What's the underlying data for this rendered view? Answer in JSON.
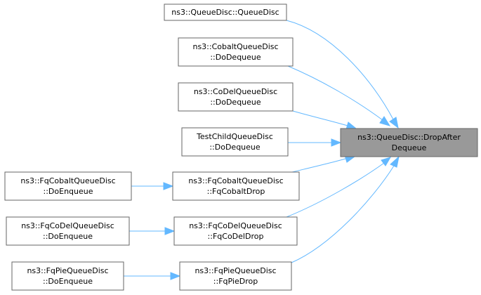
{
  "diagram": {
    "target": {
      "id": "target",
      "lines": [
        "ns3::QueueDisc::DropAfter",
        "Dequeue"
      ],
      "fill": "#999999"
    },
    "nodes": [
      {
        "id": "qd-ctor",
        "lines": [
          "ns3::QueueDisc::QueueDisc"
        ]
      },
      {
        "id": "cobalt-dodequeue",
        "lines": [
          "ns3::CobaltQueueDisc",
          "::DoDequeue"
        ]
      },
      {
        "id": "codel-dodequeue",
        "lines": [
          "ns3::CoDelQueueDisc",
          "::DoDequeue"
        ]
      },
      {
        "id": "testchild-dodequeue",
        "lines": [
          "TestChildQueueDisc",
          "::DoDequeue"
        ]
      },
      {
        "id": "fqcobalt-drop",
        "lines": [
          "ns3::FqCobaltQueueDisc",
          "::FqCobaltDrop"
        ]
      },
      {
        "id": "fqcodel-drop",
        "lines": [
          "ns3::FqCoDelQueueDisc",
          "::FqCoDelDrop"
        ]
      },
      {
        "id": "fqpie-drop",
        "lines": [
          "ns3::FqPieQueueDisc",
          "::FqPieDrop"
        ]
      },
      {
        "id": "fqcobalt-enqueue",
        "lines": [
          "ns3::FqCobaltQueueDisc",
          "::DoEnqueue"
        ]
      },
      {
        "id": "fqcodel-enqueue",
        "lines": [
          "ns3::FqCoDelQueueDisc",
          "::DoEnqueue"
        ]
      },
      {
        "id": "fqpie-enqueue",
        "lines": [
          "ns3::FqPieQueueDisc",
          "::DoEnqueue"
        ]
      }
    ],
    "edges": [
      {
        "from": "qd-ctor",
        "to": "target"
      },
      {
        "from": "cobalt-dodequeue",
        "to": "target"
      },
      {
        "from": "codel-dodequeue",
        "to": "target"
      },
      {
        "from": "testchild-dodequeue",
        "to": "target"
      },
      {
        "from": "fqcobalt-drop",
        "to": "target"
      },
      {
        "from": "fqcodel-drop",
        "to": "target"
      },
      {
        "from": "fqpie-drop",
        "to": "target"
      },
      {
        "from": "fqcobalt-enqueue",
        "to": "fqcobalt-drop"
      },
      {
        "from": "fqcodel-enqueue",
        "to": "fqcodel-drop"
      },
      {
        "from": "fqpie-enqueue",
        "to": "fqpie-drop"
      }
    ],
    "colors": {
      "node_fill": "#ffffff",
      "node_border": "#666666",
      "edge": "#63b8ff"
    }
  }
}
